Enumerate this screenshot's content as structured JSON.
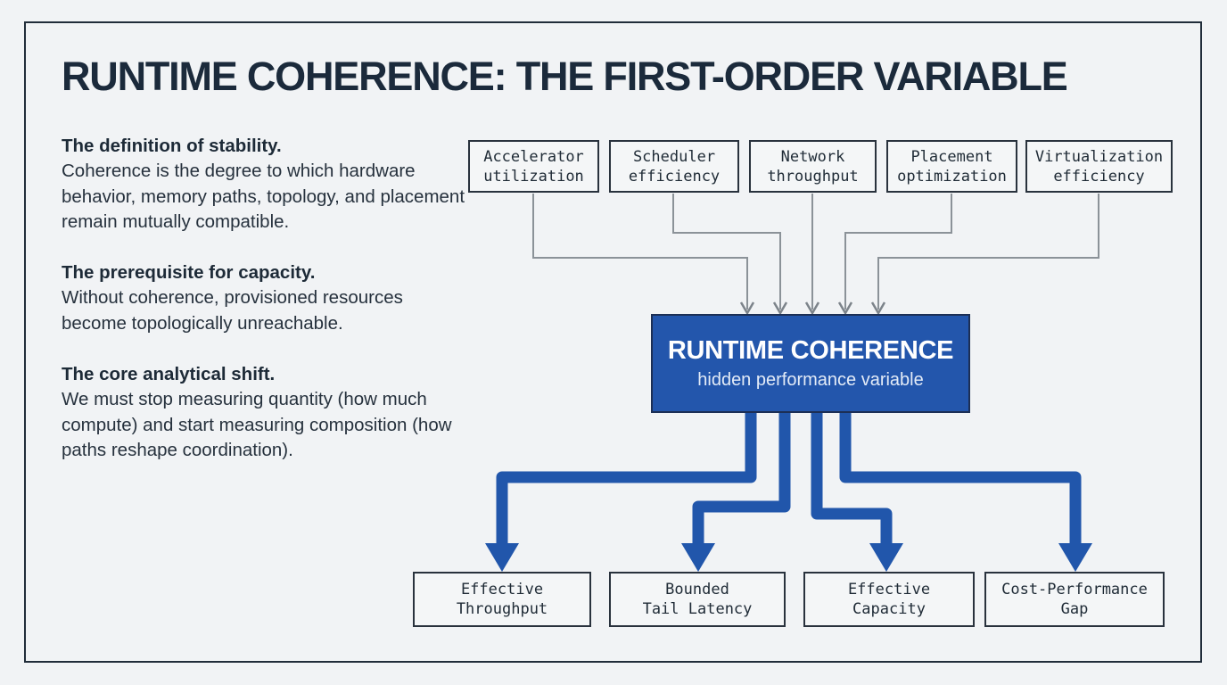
{
  "slide": {
    "title": "RUNTIME COHERENCE: THE FIRST-ORDER VARIABLE"
  },
  "paragraphs": [
    {
      "heading": "The definition of stability.",
      "body": "Coherence is the degree to which hardware behavior, memory paths, topology, and placement remain mutually compatible."
    },
    {
      "heading": "The prerequisite for capacity.",
      "body": "Without coherence, provisioned resources become topologically unreachable."
    },
    {
      "heading": "The core analytical shift.",
      "body": "We must stop measuring quantity (how much compute) and start measuring composition (how paths reshape coordination)."
    }
  ],
  "diagram": {
    "inputs": [
      {
        "line1": "Accelerator",
        "line2": "utilization"
      },
      {
        "line1": "Scheduler",
        "line2": "efficiency"
      },
      {
        "line1": "Network",
        "line2": "throughput"
      },
      {
        "line1": "Placement",
        "line2": "optimization"
      },
      {
        "line1": "Virtualization",
        "line2": "efficiency"
      }
    ],
    "center": {
      "title": "RUNTIME COHERENCE",
      "subtitle": "hidden performance variable"
    },
    "outputs": [
      {
        "line1": "Effective",
        "line2": "Throughput"
      },
      {
        "line1": "Bounded",
        "line2": "Tail Latency"
      },
      {
        "line1": "Effective",
        "line2": "Capacity"
      },
      {
        "line1": "Cost-Performance",
        "line2": "Gap"
      }
    ],
    "colors": {
      "accent_blue": "#2356ac",
      "connector_gray": "#8b9298",
      "frame_dark": "#212d3a",
      "background": "#f1f3f5",
      "title_navy": "#1b2a3b"
    }
  }
}
